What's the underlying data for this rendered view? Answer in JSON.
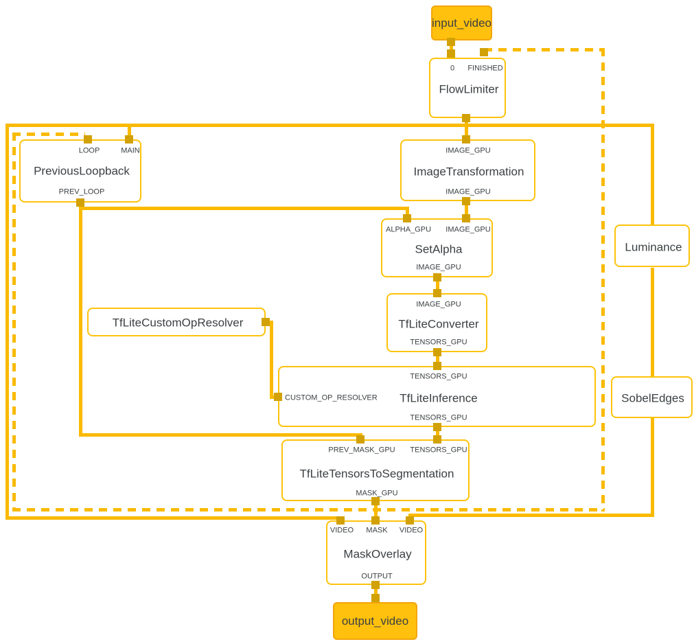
{
  "colors": {
    "edge": "#F9BA00",
    "node_border": "#FDC30B",
    "node_fill": "#FFFFFF",
    "io_fill": "#FFC10D",
    "io_border": "#F3A50B",
    "port_marker": "#D2A106",
    "label_text": "#3C4043"
  },
  "nodes": {
    "input_video": {
      "label": "input_video"
    },
    "flow_limiter": {
      "title": "FlowLimiter",
      "inputs": {
        "stream": "0",
        "finished": "FINISHED"
      }
    },
    "previous_loopback": {
      "title": "PreviousLoopback",
      "inputs": {
        "loop": "LOOP",
        "main": "MAIN"
      },
      "outputs": {
        "prev_loop": "PREV_LOOP"
      }
    },
    "image_transformation": {
      "title": "ImageTransformation",
      "inputs": {
        "image": "IMAGE_GPU"
      },
      "outputs": {
        "image": "IMAGE_GPU"
      }
    },
    "set_alpha": {
      "title": "SetAlpha",
      "inputs": {
        "alpha": "ALPHA_GPU",
        "image": "IMAGE_GPU"
      },
      "outputs": {
        "image": "IMAGE_GPU"
      }
    },
    "tflite_converter": {
      "title": "TfLiteConverter",
      "inputs": {
        "image": "IMAGE_GPU"
      },
      "outputs": {
        "tensors": "TENSORS_GPU"
      }
    },
    "tflite_custom_op_resolver": {
      "title": "TfLiteCustomOpResolver"
    },
    "tflite_inference": {
      "title": "TfLiteInference",
      "inputs": {
        "tensors": "TENSORS_GPU",
        "resolver": "CUSTOM_OP_RESOLVER"
      },
      "outputs": {
        "tensors": "TENSORS_GPU"
      }
    },
    "tflite_tensors_to_segmentation": {
      "title": "TfLiteTensorsToSegmentation",
      "inputs": {
        "prev_mask": "PREV_MASK_GPU",
        "tensors": "TENSORS_GPU"
      },
      "outputs": {
        "mask": "MASK_GPU"
      }
    },
    "mask_overlay": {
      "title": "MaskOverlay",
      "inputs": {
        "video_left": "VIDEO",
        "mask": "MASK",
        "video_right": "VIDEO"
      },
      "outputs": {
        "output": "OUTPUT"
      }
    },
    "output_video": {
      "label": "output_video"
    },
    "luminance": {
      "title": "Luminance"
    },
    "sobel_edges": {
      "title": "SobelEdges"
    }
  }
}
